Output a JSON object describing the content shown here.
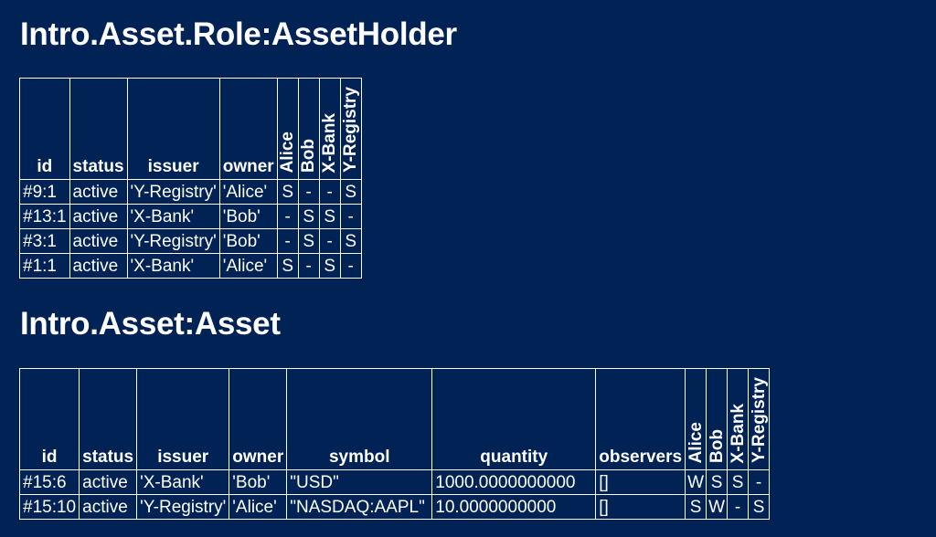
{
  "tables": [
    {
      "title": "Intro.Asset.Role:AssetHolder",
      "columns": [
        "id",
        "status",
        "issuer",
        "owner"
      ],
      "parties": [
        "Alice",
        "Bob",
        "X-Bank",
        "Y-Registry"
      ],
      "rows": [
        {
          "id": "#9:1",
          "status": "active",
          "issuer": "'Y-Registry'",
          "owner": "'Alice'",
          "parties": [
            "S",
            "-",
            "-",
            "S"
          ]
        },
        {
          "id": "#13:1",
          "status": "active",
          "issuer": "'X-Bank'",
          "owner": "'Bob'",
          "parties": [
            "-",
            "S",
            "S",
            "-"
          ]
        },
        {
          "id": "#3:1",
          "status": "active",
          "issuer": "'Y-Registry'",
          "owner": "'Bob'",
          "parties": [
            "-",
            "S",
            "-",
            "S"
          ]
        },
        {
          "id": "#1:1",
          "status": "active",
          "issuer": "'X-Bank'",
          "owner": "'Alice'",
          "parties": [
            "S",
            "-",
            "S",
            "-"
          ]
        }
      ]
    },
    {
      "title": "Intro.Asset:Asset",
      "columns": [
        "id",
        "status",
        "issuer",
        "owner",
        "symbol",
        "quantity",
        "observers"
      ],
      "parties": [
        "Alice",
        "Bob",
        "X-Bank",
        "Y-Registry"
      ],
      "rows": [
        {
          "id": "#15:6",
          "status": "active",
          "issuer": "'X-Bank'",
          "owner": "'Bob'",
          "symbol": "\"USD\"",
          "quantity": "1000.0000000000",
          "observers": "[]",
          "parties": [
            "W",
            "S",
            "S",
            "-"
          ]
        },
        {
          "id": "#15:10",
          "status": "active",
          "issuer": "'Y-Registry'",
          "owner": "'Alice'",
          "symbol": "\"NASDAQ:AAPL\"",
          "quantity": "10.0000000000",
          "observers": "[]",
          "parties": [
            "S",
            "W",
            "-",
            "S"
          ]
        }
      ]
    }
  ]
}
